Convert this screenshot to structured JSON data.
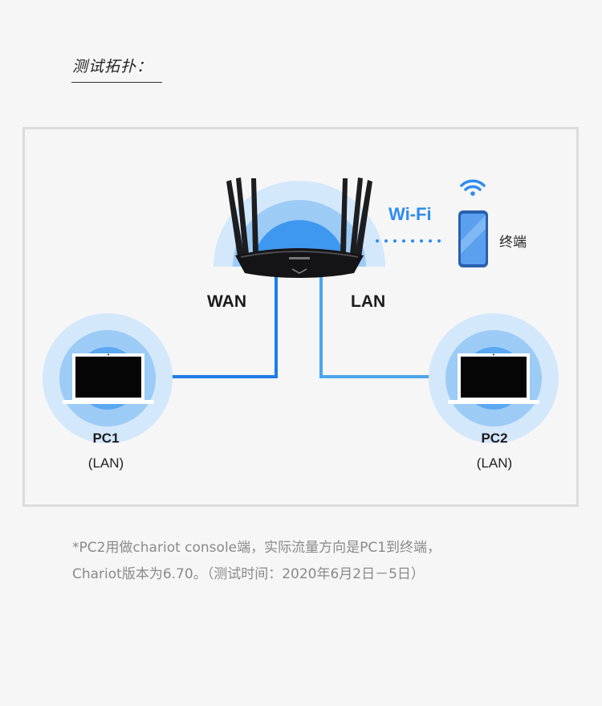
{
  "heading": "测试拓扑：",
  "diagram": {
    "wifi_label": "Wi-Fi",
    "terminal_label": "终端",
    "wan_label": "WAN",
    "lan_label": "LAN",
    "pc1": {
      "name": "PC1",
      "sub": "(LAN)"
    },
    "pc2": {
      "name": "PC2",
      "sub": "(LAN)"
    },
    "colors": {
      "wan_line": "#1e7de6",
      "lan_line": "#4aa6ee",
      "halo": "#5aa8f2",
      "accent": "#2d8cf0"
    }
  },
  "note": {
    "line1": "*PC2用做chariot console端，实际流量方向是PC1到终端，",
    "line2": "Chariot版本为6.70。（测试时间：2020年6月2日－5日）"
  }
}
